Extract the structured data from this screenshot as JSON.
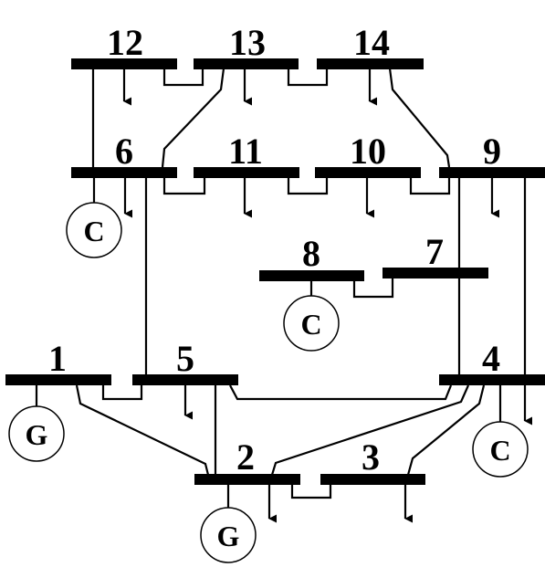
{
  "buses": [
    {
      "id": "1",
      "label": "1"
    },
    {
      "id": "2",
      "label": "2"
    },
    {
      "id": "3",
      "label": "3"
    },
    {
      "id": "4",
      "label": "4"
    },
    {
      "id": "5",
      "label": "5"
    },
    {
      "id": "6",
      "label": "6"
    },
    {
      "id": "7",
      "label": "7"
    },
    {
      "id": "8",
      "label": "8"
    },
    {
      "id": "9",
      "label": "9"
    },
    {
      "id": "10",
      "label": "10"
    },
    {
      "id": "11",
      "label": "11"
    },
    {
      "id": "12",
      "label": "12"
    },
    {
      "id": "13",
      "label": "13"
    },
    {
      "id": "14",
      "label": "14"
    }
  ],
  "generators": [
    {
      "bus": "1",
      "symbol": "G"
    },
    {
      "bus": "2",
      "symbol": "G"
    }
  ],
  "condensers": [
    {
      "bus": "6",
      "symbol": "C"
    },
    {
      "bus": "8",
      "symbol": "C"
    },
    {
      "bus": "4",
      "symbol": "C"
    }
  ],
  "loads": [
    "12",
    "13",
    "14",
    "6",
    "11",
    "10",
    "9",
    "5",
    "4",
    "2",
    "3"
  ],
  "branches": [
    {
      "from": "1",
      "to": "2"
    },
    {
      "from": "1",
      "to": "5"
    },
    {
      "from": "2",
      "to": "3"
    },
    {
      "from": "2",
      "to": "4"
    },
    {
      "from": "2",
      "to": "5"
    },
    {
      "from": "3",
      "to": "4"
    },
    {
      "from": "4",
      "to": "5"
    },
    {
      "from": "4",
      "to": "7"
    },
    {
      "from": "4",
      "to": "9"
    },
    {
      "from": "5",
      "to": "6"
    },
    {
      "from": "6",
      "to": "11"
    },
    {
      "from": "6",
      "to": "12"
    },
    {
      "from": "6",
      "to": "13"
    },
    {
      "from": "7",
      "to": "8"
    },
    {
      "from": "7",
      "to": "9"
    },
    {
      "from": "9",
      "to": "10"
    },
    {
      "from": "9",
      "to": "14"
    },
    {
      "from": "10",
      "to": "11"
    },
    {
      "from": "12",
      "to": "13"
    },
    {
      "from": "13",
      "to": "14"
    }
  ]
}
